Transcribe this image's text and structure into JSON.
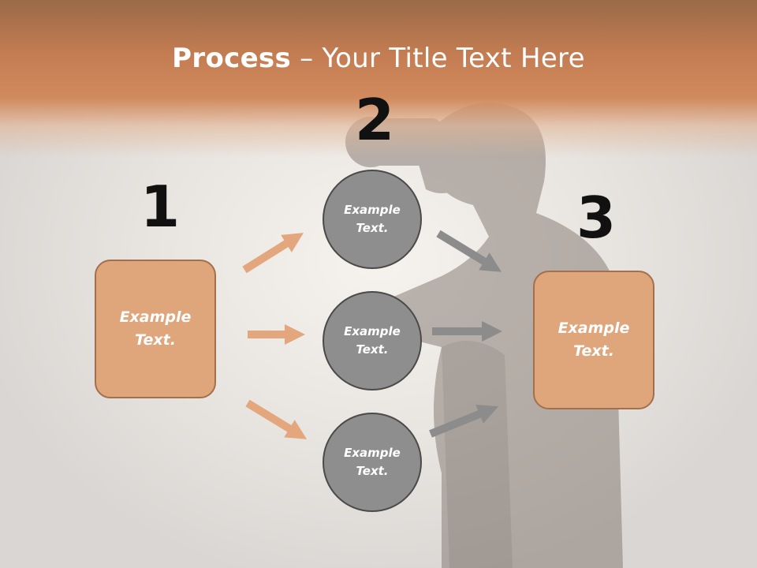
{
  "title": {
    "bold": "Process",
    "rest": " – Your Title Text Here"
  },
  "numbers": [
    "1",
    "2",
    "3"
  ],
  "left_box": {
    "label": "Example\nText."
  },
  "circles": [
    {
      "label": "Example\nText."
    },
    {
      "label": "Example\nText."
    },
    {
      "label": "Example\nText."
    }
  ],
  "right_box": {
    "label": "Example\nText."
  },
  "colors": {
    "accent": "#dfa67b",
    "accent_border": "#a4704c",
    "circle": "#8e8e8e",
    "arrow_left": "#e3a67d",
    "arrow_right": "#8c8c8c"
  }
}
